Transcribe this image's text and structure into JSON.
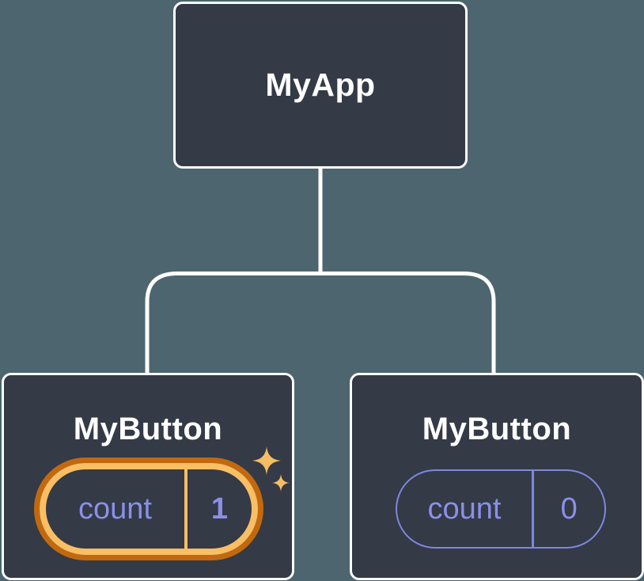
{
  "diagram": {
    "type": "component-tree",
    "colors": {
      "bg": "#4d656f",
      "node_fill": "#343a46",
      "node_border": "#ffffff",
      "connector": "#ffffff",
      "state_purple": "#8a90e8",
      "pill_border_purple": "#7f87e0",
      "ring_outer": "#c2690f",
      "ring_inner": "#fabe64",
      "sparkle": "#f6bd64"
    },
    "root": {
      "label": "MyApp"
    },
    "children": [
      {
        "label": "MyButton",
        "highlighted": true,
        "state": {
          "name": "count",
          "value": "1"
        }
      },
      {
        "label": "MyButton",
        "highlighted": false,
        "state": {
          "name": "count",
          "value": "0"
        }
      }
    ]
  }
}
